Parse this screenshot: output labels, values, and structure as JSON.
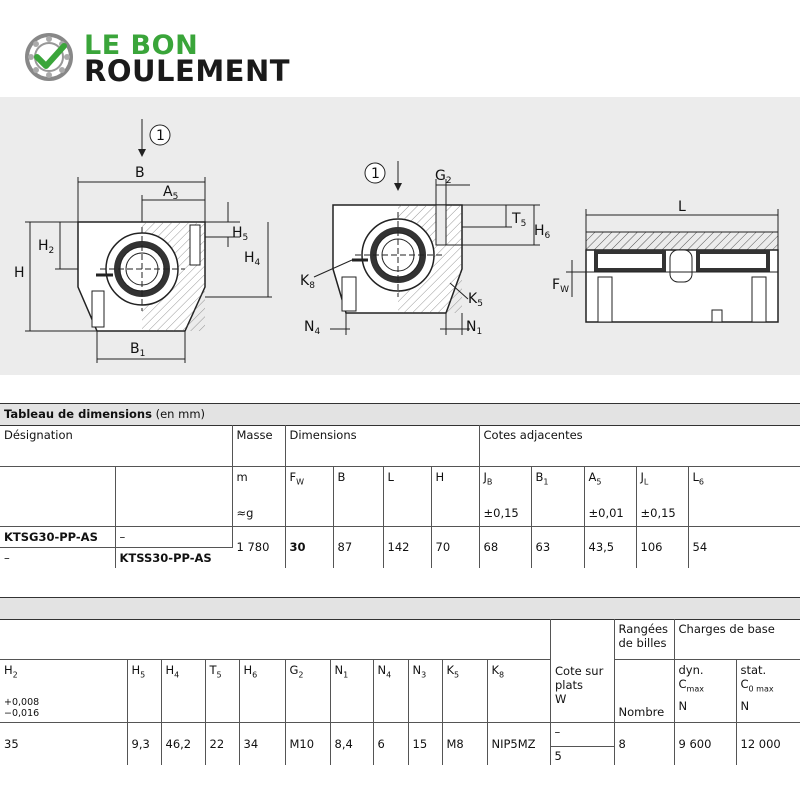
{
  "logo": {
    "line1": "LE BON",
    "line2": "ROULEMENT",
    "green": "#3aa53a",
    "dark": "#1a1a1a"
  },
  "drawing": {
    "labels": {
      "marker": "1",
      "B": "B",
      "A5": "A",
      "A5sub": "5",
      "H": "H",
      "H2": "H",
      "H2sub": "2",
      "H5": "H",
      "H5sub": "5",
      "H4": "H",
      "H4sub": "4",
      "B1": "B",
      "B1sub": "1",
      "G2": "G",
      "G2sub": "2",
      "T5": "T",
      "T5sub": "5",
      "H6": "H",
      "H6sub": "6",
      "K8": "K",
      "K8sub": "8",
      "K5": "K",
      "K5sub": "5",
      "N4": "N",
      "N4sub": "4",
      "N1": "N",
      "N1sub": "1",
      "L": "L",
      "FW": "F",
      "FWsub": "W"
    }
  },
  "table1": {
    "caption_bold": "Tableau de dimensions",
    "caption_rest": " (en mm)",
    "designation": "Désignation",
    "masse": "Masse",
    "dimensions": "Dimensions",
    "cotes": "Cotes adjacentes",
    "m": "m",
    "approx_g": "≈g",
    "FW": "F",
    "FWsub": "W",
    "B": "B",
    "L": "L",
    "H": "H",
    "JB": "J",
    "JBsub": "B",
    "B1": "B",
    "B1sub": "1",
    "A5": "A",
    "A5sub": "5",
    "JL": "J",
    "JLsub": "L",
    "L6": "L",
    "L6sub": "6",
    "tol_JB": "±0,15",
    "tol_A5": "±0,01",
    "tol_JL": "±0,15",
    "row1_name": "KTSG30-PP-AS",
    "row1_alt": "–",
    "row2_name": "–",
    "row2_alt": "KTSS30-PP-AS",
    "values": {
      "m": "1 780",
      "FW": "30",
      "B": "87",
      "L": "142",
      "H": "70",
      "JB": "68",
      "B1": "63",
      "A5": "43,5",
      "JL": "106",
      "L6": "54"
    }
  },
  "table2": {
    "rangees": "Rangées de billes",
    "charges": "Charges de base",
    "headers": {
      "H2": "H",
      "H2sub": "2",
      "H5": "H",
      "H5sub": "5",
      "H4": "H",
      "H4sub": "4",
      "T5": "T",
      "T5sub": "5",
      "H6": "H",
      "H6sub": "6",
      "G2": "G",
      "G2sub": "2",
      "N1": "N",
      "N1sub": "1",
      "N4": "N",
      "N4sub": "4",
      "N3": "N",
      "N3sub": "3",
      "K5": "K",
      "K5sub": "5",
      "K8": "K",
      "K8sub": "8",
      "cote": "Cote sur plats",
      "coteW": "W",
      "nombre": "Nombre",
      "dyn": "dyn.",
      "cmax": "C",
      "cmaxsub": "max",
      "N": "N",
      "stat": "stat.",
      "c0max": "C",
      "c0maxsub": "0 max",
      "N2": "N"
    },
    "tol_plus": "+0,008",
    "tol_minus": "−0,016",
    "values": {
      "H2": "35",
      "H5": "9,3",
      "H4": "46,2",
      "T5": "22",
      "H6": "34",
      "G2": "M10",
      "N1": "8,4",
      "N4": "6",
      "N3": "15",
      "K5": "M8",
      "K8": "NIP5MZ",
      "W1": "–",
      "W2": "5",
      "nombre": "8",
      "dyn": "9 600",
      "stat": "12 000"
    }
  }
}
